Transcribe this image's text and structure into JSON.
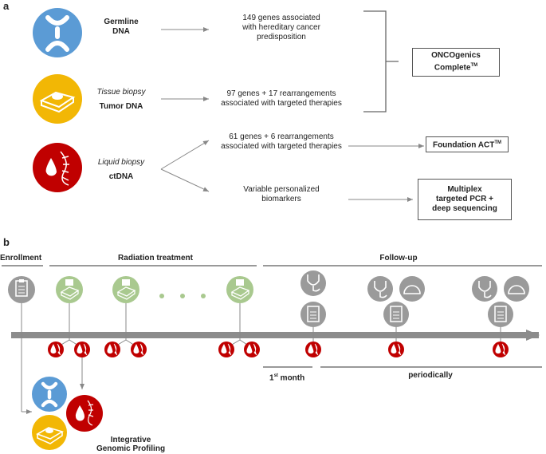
{
  "panel_a": {
    "label": "a",
    "germline": {
      "title": "Germline",
      "subtitle": "DNA",
      "description": "149 genes associated\nwith hereditary cancer\npredisposition",
      "color": "#5b9bd5"
    },
    "tissue": {
      "title": "Tissue biopsy",
      "subtitle": "Tumor DNA",
      "description": "97 genes + 17 rearrangements\nassociated with targeted therapies",
      "color": "#f2b705"
    },
    "liquid": {
      "title": "Liquid biopsy",
      "subtitle": "ctDNA",
      "description_1": "61 genes + 6 rearrangements\nassociated with targeted therapies",
      "description_2": "Variable personalized\nbiomarkers",
      "color": "#c00000"
    },
    "box_oncogenics": {
      "line1": "ONCOgenics",
      "line2": "Complete",
      "sup": "TM"
    },
    "box_foundation": {
      "line1": "Foundation ACT",
      "sup": "TM"
    },
    "box_multiplex": {
      "text": "Multiplex\ntargeted PCR +\ndeep sequencing"
    }
  },
  "panel_b": {
    "label": "b",
    "phase_enrollment": "Enrollment",
    "phase_radiation": "Radiation treatment",
    "phase_followup": "Follow-up",
    "first_month": "1",
    "first_month_sup": "st",
    "first_month_suffix": " month",
    "periodically": "periodically",
    "integrative_line1": "Integrative",
    "integrative_line2": "Genomic Profiling",
    "colors": {
      "timeline": "#8c8c8c",
      "clinic": "#9a9a9a",
      "tissue_green": "#a9c98f",
      "blood": "#c00000"
    }
  }
}
